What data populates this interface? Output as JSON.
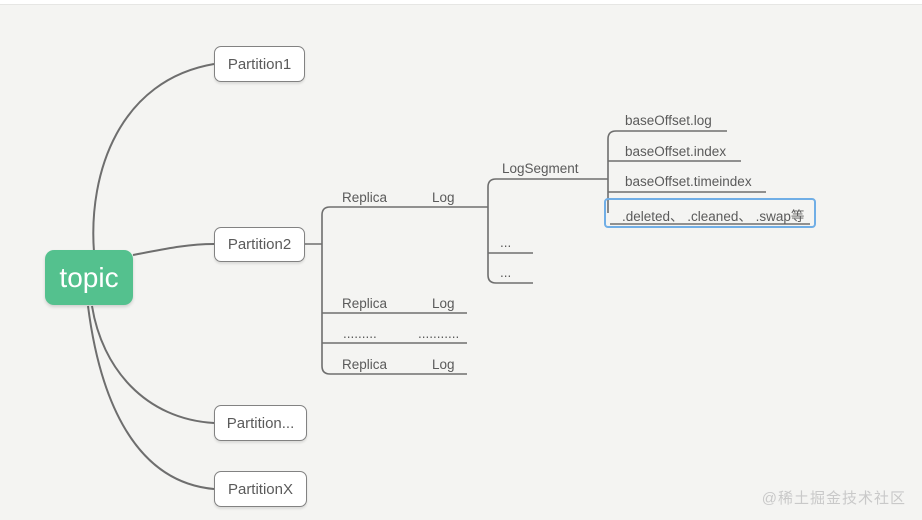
{
  "app": {
    "type": "mind-map",
    "background": "#f4f4f2",
    "topbar_color": "#ffffff"
  },
  "colors": {
    "root_fill": "#54c18e",
    "root_text": "#ffffff",
    "node_text": "#5a5a5a",
    "connector_line": "#6e6e6e",
    "box_border": "#828282",
    "box_fill": "#ffffff",
    "selection_border": "#70aee6",
    "watermark_text": "#c9c9c9"
  },
  "nodes": {
    "root": "topic",
    "partition1": "Partition1",
    "partition2": "Partition2",
    "partition_ellipsis": "Partition...",
    "partitionx": "PartitionX",
    "replica1": "Replica",
    "log1": "Log",
    "replica2": "Replica",
    "log2": "Log",
    "replica3": "Replica",
    "log3": "Log",
    "dots_left": ".........",
    "dots_right": "...........",
    "logsegment": "LogSegment",
    "ellipsis1": "...",
    "ellipsis2": "...",
    "baseoffset_log": "baseOffset.log",
    "baseoffset_index": "baseOffset.index",
    "baseoffset_timeindex": "baseOffset.timeindex",
    "selected": ".deleted、 .cleaned、 .swap等"
  },
  "selection": {
    "selected_node": ".deleted、 .cleaned、 .swap等"
  },
  "watermark": {
    "label": "@稀土掘金技术社区"
  }
}
